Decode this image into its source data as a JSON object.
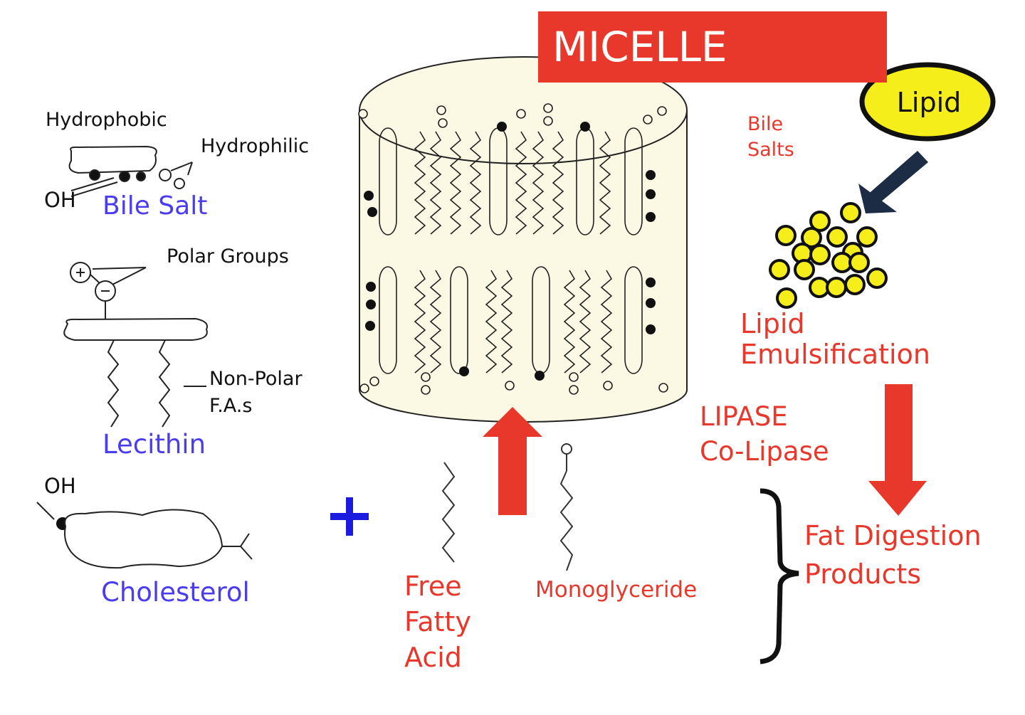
{
  "title": "MICELLE",
  "left_panel": {
    "hydrophobic": "Hydrophobic",
    "hydrophilic": "Hydrophilic",
    "oh_bile": "OH",
    "bile_salt": "Bile Salt",
    "polar_groups": "Polar Groups",
    "non_polar_1": "Non-Polar",
    "non_polar_2": "F.A.s",
    "lecithin": "Lecithin",
    "oh_chol": "OH",
    "cholesterol": "Cholesterol",
    "plus": "+"
  },
  "center": {
    "free_fatty_acid": [
      "Free",
      "Fatty",
      "Acid"
    ],
    "monoglyceride": "Monoglyceride"
  },
  "right_panel": {
    "lipid": "Lipid",
    "bile_salts": [
      "Bile",
      "Salts"
    ],
    "lipid_emulsification": [
      "Lipid",
      "Emulsification"
    ],
    "lipase": "LIPASE",
    "co_lipase": "Co-Lipase",
    "fat_digestion_products": [
      "Fat Digestion",
      "Products"
    ]
  },
  "colors": {
    "red": "#e8382c",
    "blue": "#4a3cf0",
    "lipid_yellow": "#f5ee1a",
    "micelle_fill": "#fbf8e4",
    "arrow_navy": "#1c2c44"
  }
}
